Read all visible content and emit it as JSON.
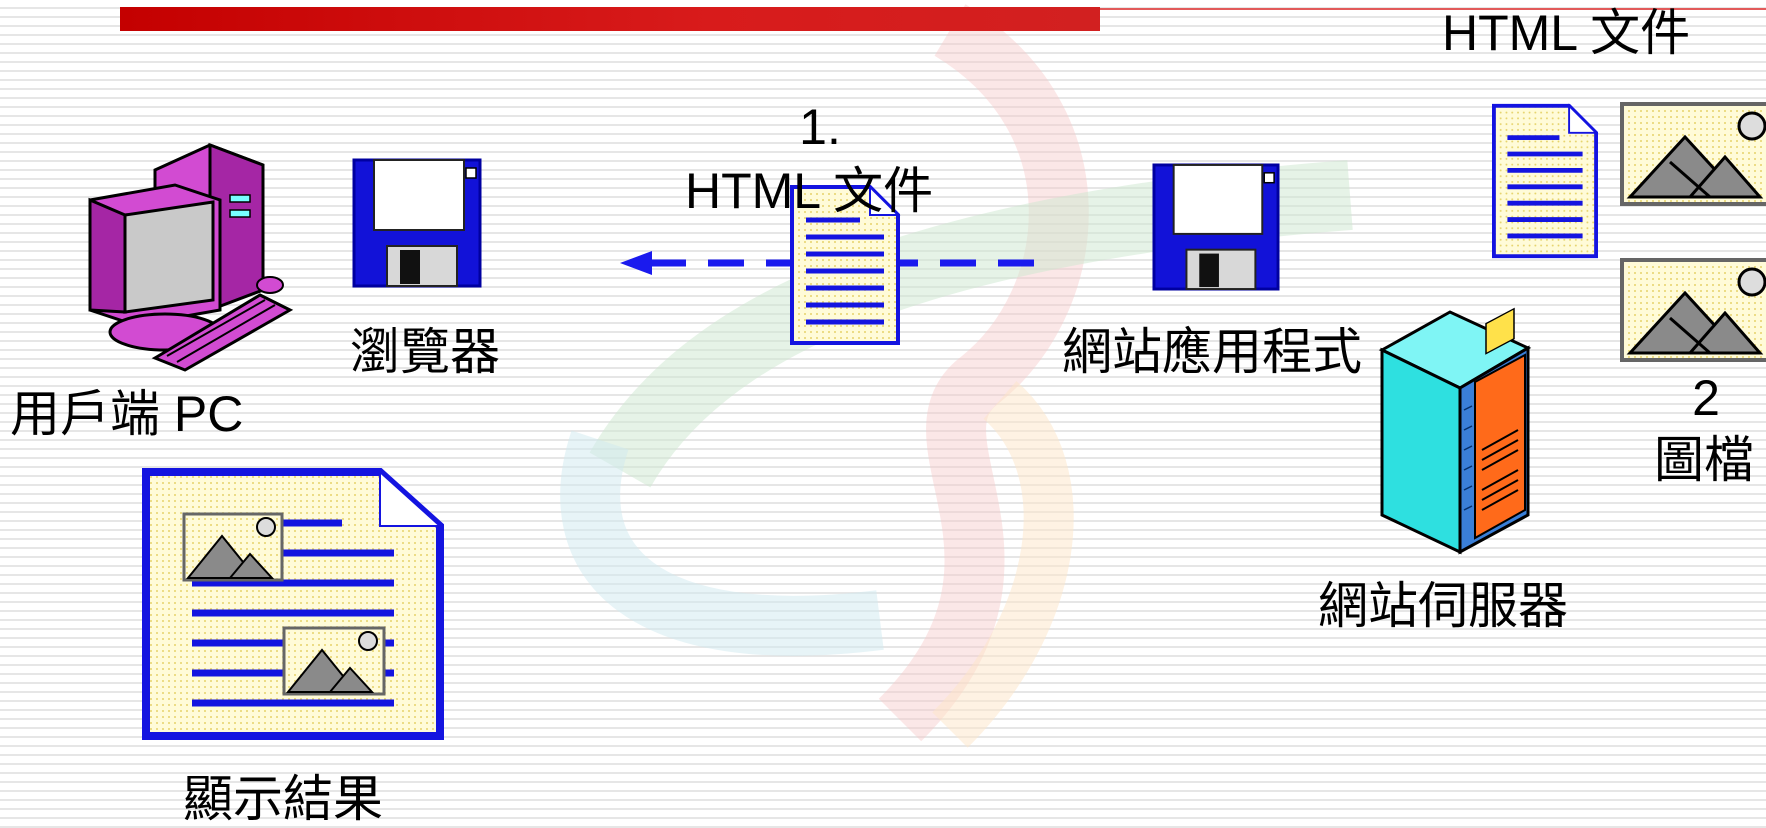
{
  "labels": {
    "top_right_doc": "HTML 文件",
    "arrow_step": "1.",
    "arrow_doc": "HTML 文件",
    "browser": "瀏覽器",
    "client_pc": "用戶端 PC",
    "web_app": "網站應用程式",
    "image_count": "2",
    "image_files": "圖檔",
    "web_server": "網站伺服器",
    "display_result": "顯示結果"
  },
  "colors": {
    "header_bar": "#d01818",
    "arrow": "#1a1aee",
    "document_border": "#1414e0",
    "document_fill": "#fffbd8",
    "floppy": "#1212d8",
    "pc": "#cc33cc",
    "server_front": "#2ee0e0",
    "server_side": "#ff6a1a"
  },
  "icons": [
    "computer-icon",
    "floppy-disk-icon",
    "document-icon",
    "image-file-icon",
    "server-icon",
    "arrow-left-icon"
  ]
}
